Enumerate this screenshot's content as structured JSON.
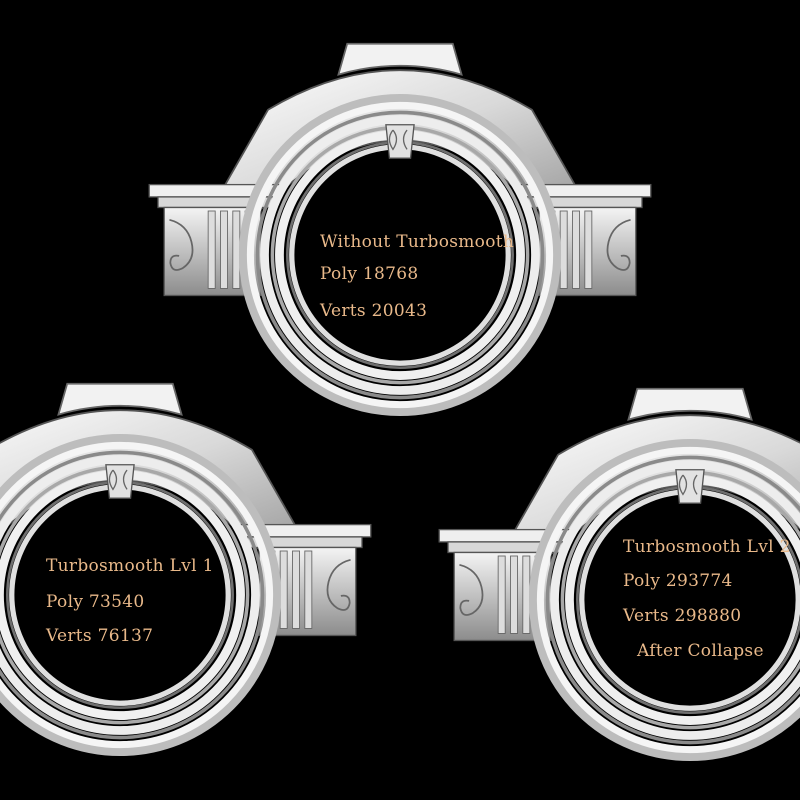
{
  "panels": [
    {
      "name": "without-turbosmooth",
      "lines": [
        "Without Turbosmooth",
        "Poly 18768",
        "Verts 20043"
      ]
    },
    {
      "name": "turbosmooth-lvl-1",
      "lines": [
        "Turbosmooth Lvl 1",
        "Poly 73540",
        "Verts 76137"
      ]
    },
    {
      "name": "turbosmooth-lvl-2",
      "lines": [
        "Turbosmooth Lvl 2",
        "Poly 293774",
        "Verts 298880",
        "After Collapse"
      ]
    }
  ],
  "colors": {
    "background": "#000000",
    "molding": "#e6e6e6",
    "label_text": "#e9b98a"
  }
}
